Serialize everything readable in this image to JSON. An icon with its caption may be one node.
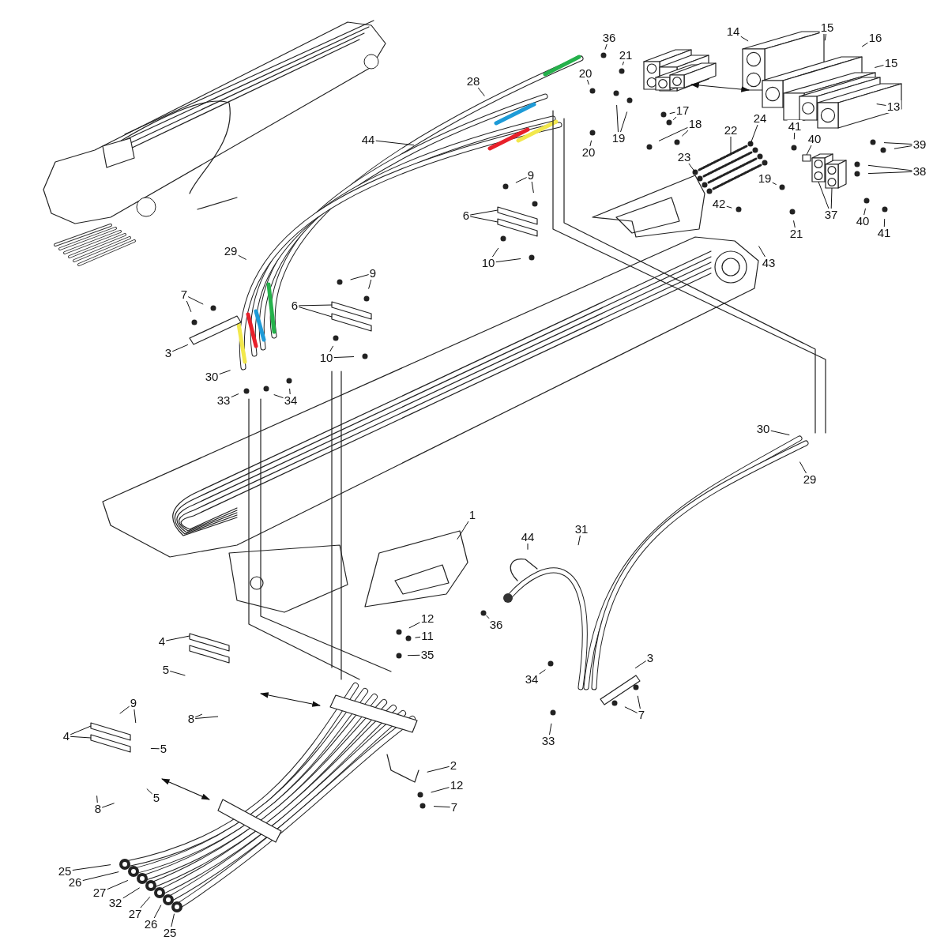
{
  "diagram": {
    "nodes": [
      {
        "text": [
          "36"
        ]
      },
      {
        "text": [
          "14"
        ]
      },
      {
        "text": [
          "15"
        ]
      },
      {
        "text": [
          "16"
        ]
      },
      {
        "text": [
          "28"
        ]
      },
      {
        "text": [
          "21"
        ]
      },
      {
        "text": [
          "20"
        ]
      },
      {
        "text": [
          "15"
        ]
      },
      {
        "text": [
          "17"
        ]
      },
      {
        "text": [
          "13"
        ]
      },
      {
        "text": [
          "19"
        ]
      },
      {
        "text": [
          "18"
        ]
      },
      {
        "text": [
          "20"
        ]
      },
      {
        "text": [
          "22"
        ]
      },
      {
        "text": [
          "24"
        ]
      },
      {
        "text": [
          "23"
        ]
      },
      {
        "text": [
          "41"
        ]
      },
      {
        "text": [
          "40"
        ]
      },
      {
        "text": [
          "39"
        ]
      },
      {
        "text": [
          "38"
        ]
      },
      {
        "text": [
          "44"
        ]
      },
      {
        "text": [
          "9"
        ]
      },
      {
        "text": [
          "6"
        ]
      },
      {
        "text": [
          "19"
        ]
      },
      {
        "text": [
          "37"
        ]
      },
      {
        "text": [
          "42"
        ]
      },
      {
        "text": [
          "21"
        ]
      },
      {
        "text": [
          "40"
        ]
      },
      {
        "text": [
          "41"
        ]
      },
      {
        "text": [
          "10"
        ]
      },
      {
        "text": [
          "43"
        ]
      },
      {
        "text": [
          "29"
        ]
      },
      {
        "text": [
          "9"
        ]
      },
      {
        "text": [
          "6"
        ]
      },
      {
        "text": [
          "7"
        ]
      },
      {
        "text": [
          "3"
        ]
      },
      {
        "text": [
          "10"
        ]
      },
      {
        "text": [
          "30"
        ]
      },
      {
        "text": [
          "33"
        ]
      },
      {
        "text": [
          "34"
        ]
      },
      {
        "text": [
          "30"
        ]
      },
      {
        "text": [
          "29"
        ]
      },
      {
        "text": [
          "1"
        ]
      },
      {
        "text": [
          "44"
        ]
      },
      {
        "text": [
          "31"
        ]
      },
      {
        "text": [
          "12"
        ]
      },
      {
        "text": [
          "36"
        ]
      },
      {
        "text": [
          "11"
        ]
      },
      {
        "text": [
          "4"
        ]
      },
      {
        "text": [
          "35"
        ]
      },
      {
        "text": [
          "5"
        ]
      },
      {
        "text": [
          "3"
        ]
      },
      {
        "text": [
          "34"
        ]
      },
      {
        "text": [
          "8"
        ]
      },
      {
        "text": [
          "9"
        ]
      },
      {
        "text": [
          "7"
        ]
      },
      {
        "text": [
          "4"
        ]
      },
      {
        "text": [
          "5"
        ]
      },
      {
        "text": [
          "33"
        ]
      },
      {
        "text": [
          "2"
        ]
      },
      {
        "text": [
          "12"
        ]
      },
      {
        "text": [
          "5"
        ]
      },
      {
        "text": [
          "7"
        ]
      },
      {
        "text": [
          "8"
        ]
      },
      {
        "text": [
          "25"
        ]
      },
      {
        "text": [
          "26"
        ]
      },
      {
        "text": [
          "27"
        ]
      },
      {
        "text": [
          "32"
        ]
      },
      {
        "text": [
          "27"
        ]
      },
      {
        "text": [
          "26"
        ]
      },
      {
        "text": [
          "25"
        ]
      },
      {
        "text": [],
        "shape": "picture"
      },
      {
        "text": [],
        "shape": "box"
      },
      {
        "text": [],
        "shape": "box"
      },
      {
        "text": [],
        "shape": "box"
      },
      {
        "text": [],
        "shape": "box"
      },
      {
        "text": [],
        "shape": "picture"
      }
    ],
    "edges": [
      {
        "from": 0,
        "to": null,
        "arrow": "none"
      },
      {
        "from": 1,
        "to": null,
        "arrow": "none"
      },
      {
        "from": 2,
        "to": null,
        "arrow": "none"
      },
      {
        "from": 3,
        "to": null,
        "arrow": "none"
      },
      {
        "from": 4,
        "to": null,
        "arrow": "none"
      },
      {
        "from": 5,
        "to": null,
        "arrow": "none"
      },
      {
        "from": 6,
        "to": null,
        "arrow": "none"
      },
      {
        "from": 7,
        "to": null,
        "arrow": "none"
      },
      {
        "from": 8,
        "to": null,
        "arrow": "none"
      },
      {
        "from": 8,
        "to": null,
        "arrow": "none"
      },
      {
        "from": 9,
        "to": null,
        "arrow": "none"
      },
      {
        "from": 10,
        "to": null,
        "arrow": "none"
      },
      {
        "from": 10,
        "to": null,
        "arrow": "none"
      },
      {
        "from": 11,
        "to": null,
        "arrow": "none"
      },
      {
        "from": 11,
        "to": null,
        "arrow": "none"
      },
      {
        "from": 12,
        "to": null,
        "arrow": "none"
      },
      {
        "from": 13,
        "to": 71,
        "arrow": "none"
      },
      {
        "from": 14,
        "to": 71,
        "arrow": "none"
      },
      {
        "from": 15,
        "to": 71,
        "arrow": "none"
      },
      {
        "from": 16,
        "to": null,
        "arrow": "none"
      },
      {
        "from": 17,
        "to": 76,
        "arrow": "none"
      },
      {
        "from": 18,
        "to": null,
        "arrow": "none"
      },
      {
        "from": 18,
        "to": null,
        "arrow": "none"
      },
      {
        "from": 19,
        "to": null,
        "arrow": "none"
      },
      {
        "from": 19,
        "to": null,
        "arrow": "none"
      },
      {
        "from": 20,
        "to": null,
        "arrow": "none"
      },
      {
        "from": 21,
        "to": null,
        "arrow": "none"
      },
      {
        "from": 21,
        "to": null,
        "arrow": "none"
      },
      {
        "from": 22,
        "to": 72,
        "arrow": "none"
      },
      {
        "from": 22,
        "to": 72,
        "arrow": "none"
      },
      {
        "from": 23,
        "to": null,
        "arrow": "none"
      },
      {
        "from": 24,
        "to": 76,
        "arrow": "none"
      },
      {
        "from": 24,
        "to": 76,
        "arrow": "none"
      },
      {
        "from": 25,
        "to": null,
        "arrow": "none"
      },
      {
        "from": 26,
        "to": null,
        "arrow": "none"
      },
      {
        "from": 27,
        "to": null,
        "arrow": "none"
      },
      {
        "from": 28,
        "to": null,
        "arrow": "none"
      },
      {
        "from": 29,
        "to": null,
        "arrow": "none"
      },
      {
        "from": 29,
        "to": null,
        "arrow": "none"
      },
      {
        "from": 30,
        "to": null,
        "arrow": "none"
      },
      {
        "from": 31,
        "to": null,
        "arrow": "none"
      },
      {
        "from": 32,
        "to": null,
        "arrow": "none"
      },
      {
        "from": 32,
        "to": null,
        "arrow": "none"
      },
      {
        "from": 33,
        "to": 73,
        "arrow": "none"
      },
      {
        "from": 33,
        "to": 73,
        "arrow": "none"
      },
      {
        "from": 34,
        "to": null,
        "arrow": "none"
      },
      {
        "from": 34,
        "to": null,
        "arrow": "none"
      },
      {
        "from": 35,
        "to": null,
        "arrow": "none"
      },
      {
        "from": 36,
        "to": null,
        "arrow": "none"
      },
      {
        "from": 36,
        "to": null,
        "arrow": "none"
      },
      {
        "from": 37,
        "to": null,
        "arrow": "none"
      },
      {
        "from": 38,
        "to": null,
        "arrow": "none"
      },
      {
        "from": 39,
        "to": null,
        "arrow": "none"
      },
      {
        "from": 39,
        "to": null,
        "arrow": "none"
      },
      {
        "from": 40,
        "to": null,
        "arrow": "none"
      },
      {
        "from": 41,
        "to": null,
        "arrow": "none"
      },
      {
        "from": 42,
        "to": null,
        "arrow": "none"
      },
      {
        "from": 43,
        "to": null,
        "arrow": "none"
      },
      {
        "from": 44,
        "to": null,
        "arrow": "none"
      },
      {
        "from": 45,
        "to": null,
        "arrow": "none"
      },
      {
        "from": 46,
        "to": null,
        "arrow": "none"
      },
      {
        "from": 47,
        "to": null,
        "arrow": "none"
      },
      {
        "from": 48,
        "to": 74,
        "arrow": "none"
      },
      {
        "from": 49,
        "to": null,
        "arrow": "none"
      },
      {
        "from": 50,
        "to": null,
        "arrow": "none"
      },
      {
        "from": 51,
        "to": null,
        "arrow": "none"
      },
      {
        "from": 52,
        "to": null,
        "arrow": "none"
      },
      {
        "from": 53,
        "to": null,
        "arrow": "none"
      },
      {
        "from": 53,
        "to": null,
        "arrow": "none"
      },
      {
        "from": 54,
        "to": null,
        "arrow": "none"
      },
      {
        "from": 54,
        "to": null,
        "arrow": "none"
      },
      {
        "from": 55,
        "to": null,
        "arrow": "none"
      },
      {
        "from": 55,
        "to": null,
        "arrow": "none"
      },
      {
        "from": 56,
        "to": 75,
        "arrow": "none"
      },
      {
        "from": 56,
        "to": 75,
        "arrow": "none"
      },
      {
        "from": 57,
        "to": null,
        "arrow": "none"
      },
      {
        "from": 58,
        "to": null,
        "arrow": "none"
      },
      {
        "from": 59,
        "to": null,
        "arrow": "none"
      },
      {
        "from": 60,
        "to": null,
        "arrow": "none"
      },
      {
        "from": 61,
        "to": null,
        "arrow": "none"
      },
      {
        "from": 62,
        "to": null,
        "arrow": "none"
      },
      {
        "from": 63,
        "to": null,
        "arrow": "none"
      },
      {
        "from": 63,
        "to": null,
        "arrow": "none"
      },
      {
        "from": 64,
        "to": null,
        "arrow": "none"
      },
      {
        "from": 65,
        "to": null,
        "arrow": "none"
      },
      {
        "from": 66,
        "to": null,
        "arrow": "none"
      },
      {
        "from": 67,
        "to": null,
        "arrow": "none"
      },
      {
        "from": 68,
        "to": null,
        "arrow": "none"
      },
      {
        "from": 69,
        "to": null,
        "arrow": "none"
      },
      {
        "from": 70,
        "to": null,
        "arrow": "none"
      }
    ]
  }
}
